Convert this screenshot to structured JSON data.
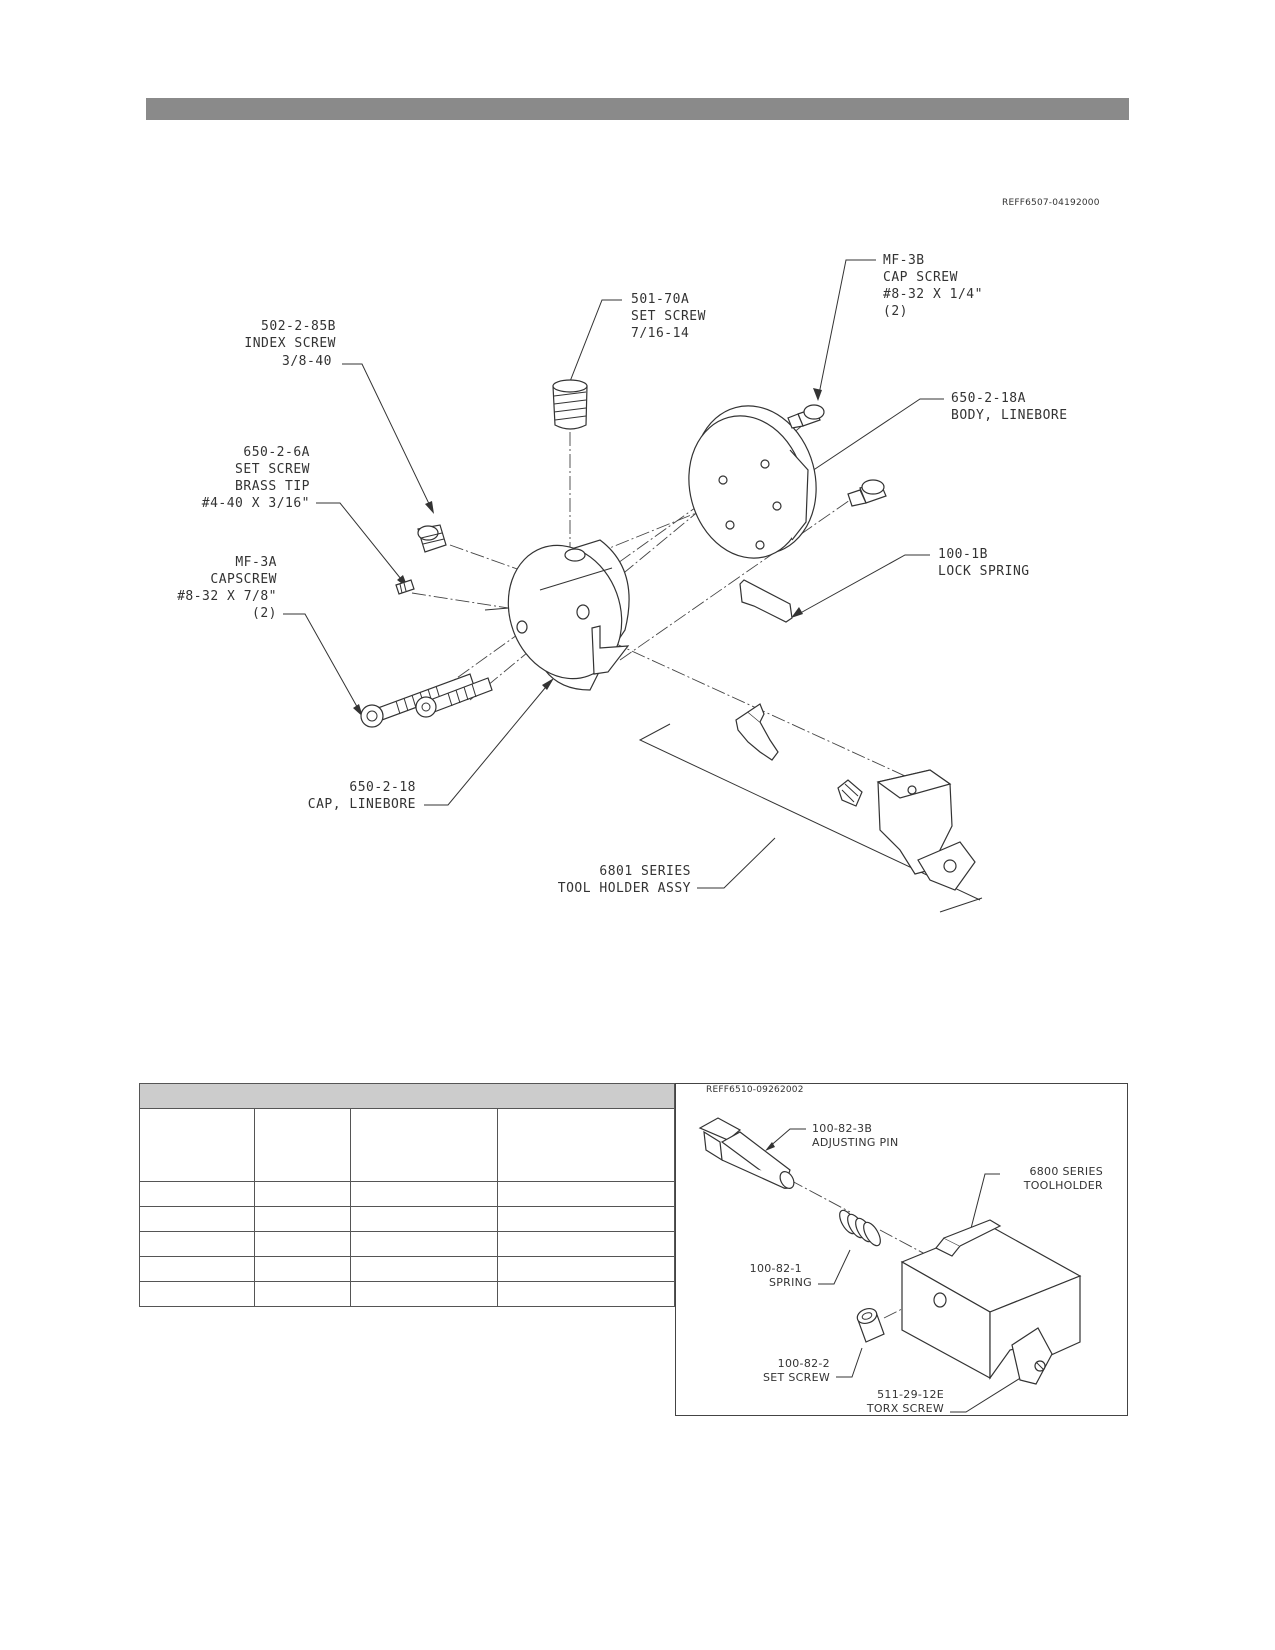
{
  "header": {
    "bar_color": "#8a8a8a"
  },
  "main_drawing": {
    "reference_code": "REFF6507-04192000",
    "callouts": [
      {
        "id": "mf-3b",
        "lines": [
          "MF-3B",
          "CAP SCREW",
          "#8-32 X 1/4\"",
          "(2)"
        ]
      },
      {
        "id": "501-70a",
        "lines": [
          "501-70A",
          "SET SCREW",
          "7/16-14"
        ]
      },
      {
        "id": "502-2-85b",
        "lines": [
          "502-2-85B",
          "INDEX SCREW",
          "3/8-40"
        ]
      },
      {
        "id": "650-2-18a",
        "lines": [
          "650-2-18A",
          "BODY, LINEBORE"
        ]
      },
      {
        "id": "650-2-6a",
        "lines": [
          "650-2-6A",
          "SET SCREW",
          "BRASS TIP",
          "#4-40 X 3/16\""
        ]
      },
      {
        "id": "100-1b",
        "lines": [
          "100-1B",
          "LOCK SPRING"
        ]
      },
      {
        "id": "mf-3a",
        "lines": [
          "MF-3A",
          "CAPSCREW",
          "#8-32 X 7/8\"",
          "(2)"
        ]
      },
      {
        "id": "650-2-18",
        "lines": [
          "650-2-18",
          "CAP, LINEBORE"
        ]
      },
      {
        "id": "6801",
        "lines": [
          "6801 SERIES",
          "TOOL HOLDER ASSY"
        ]
      }
    ]
  },
  "inset_drawing": {
    "reference_code": "REFF6510-09262002",
    "callouts": [
      {
        "id": "100-82-3b",
        "lines": [
          "100-82-3B",
          "ADJUSTING PIN"
        ]
      },
      {
        "id": "6800",
        "lines": [
          "6800 SERIES",
          "TOOLHOLDER"
        ]
      },
      {
        "id": "100-82-1",
        "lines": [
          "100-82-1",
          "SPRING"
        ]
      },
      {
        "id": "100-82-2",
        "lines": [
          "100-82-2",
          "SET SCREW"
        ]
      },
      {
        "id": "511-29-12e",
        "lines": [
          "511-29-12E",
          "TORX SCREW"
        ]
      }
    ]
  },
  "parts_table": {
    "header_color": "#cccccc",
    "columns": 4,
    "rows": 5
  }
}
